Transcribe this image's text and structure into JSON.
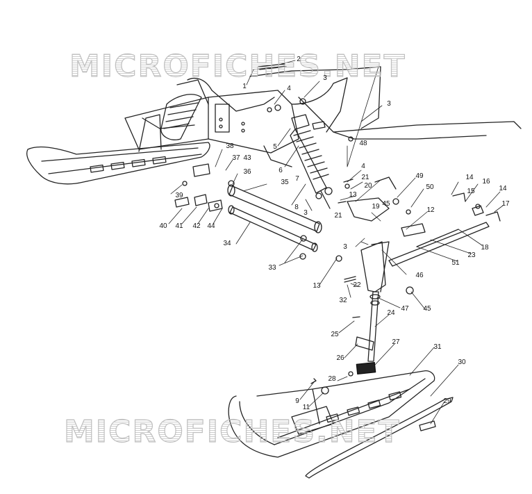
{
  "watermark": {
    "text": "MICROFICHES.NET"
  },
  "callouts": [
    {
      "id": "c2",
      "text": "2"
    },
    {
      "id": "c1",
      "text": "1"
    },
    {
      "id": "c3a",
      "text": "3"
    },
    {
      "id": "c4a",
      "text": "4"
    },
    {
      "id": "c3b",
      "text": "3"
    },
    {
      "id": "c5",
      "text": "5"
    },
    {
      "id": "c48",
      "text": "48"
    },
    {
      "id": "c6",
      "text": "6"
    },
    {
      "id": "c38",
      "text": "38"
    },
    {
      "id": "c37",
      "text": "37"
    },
    {
      "id": "c43",
      "text": "43"
    },
    {
      "id": "c36",
      "text": "36"
    },
    {
      "id": "c4b",
      "text": "4"
    },
    {
      "id": "c7",
      "text": "7"
    },
    {
      "id": "c13a",
      "text": "13"
    },
    {
      "id": "c21a",
      "text": "21"
    },
    {
      "id": "c20",
      "text": "20"
    },
    {
      "id": "c49",
      "text": "49"
    },
    {
      "id": "c50",
      "text": "50"
    },
    {
      "id": "c14a",
      "text": "14"
    },
    {
      "id": "c16",
      "text": "16"
    },
    {
      "id": "c14b",
      "text": "14"
    },
    {
      "id": "c15",
      "text": "15"
    },
    {
      "id": "c17",
      "text": "17"
    },
    {
      "id": "c35",
      "text": "35"
    },
    {
      "id": "c39",
      "text": "39"
    },
    {
      "id": "c8",
      "text": "8"
    },
    {
      "id": "c3c",
      "text": "3"
    },
    {
      "id": "c45a",
      "text": "45"
    },
    {
      "id": "c19",
      "text": "19"
    },
    {
      "id": "c21b",
      "text": "21"
    },
    {
      "id": "c12",
      "text": "12"
    },
    {
      "id": "c40",
      "text": "40"
    },
    {
      "id": "c41",
      "text": "41"
    },
    {
      "id": "c42",
      "text": "42"
    },
    {
      "id": "c44",
      "text": "44"
    },
    {
      "id": "c34",
      "text": "34"
    },
    {
      "id": "c3d",
      "text": "3"
    },
    {
      "id": "c18",
      "text": "18"
    },
    {
      "id": "c23",
      "text": "23"
    },
    {
      "id": "c51",
      "text": "51"
    },
    {
      "id": "c33",
      "text": "33"
    },
    {
      "id": "c46",
      "text": "46"
    },
    {
      "id": "c13b",
      "text": "13"
    },
    {
      "id": "c22",
      "text": "22"
    },
    {
      "id": "c32",
      "text": "32"
    },
    {
      "id": "c47",
      "text": "47"
    },
    {
      "id": "c45b",
      "text": "45"
    },
    {
      "id": "c24",
      "text": "24"
    },
    {
      "id": "c25",
      "text": "25"
    },
    {
      "id": "c27",
      "text": "27"
    },
    {
      "id": "c31",
      "text": "31"
    },
    {
      "id": "c26",
      "text": "26"
    },
    {
      "id": "c30",
      "text": "30"
    },
    {
      "id": "c28",
      "text": "28"
    },
    {
      "id": "c9",
      "text": "9"
    },
    {
      "id": "c11",
      "text": "11"
    },
    {
      "id": "c29",
      "text": "29"
    }
  ]
}
